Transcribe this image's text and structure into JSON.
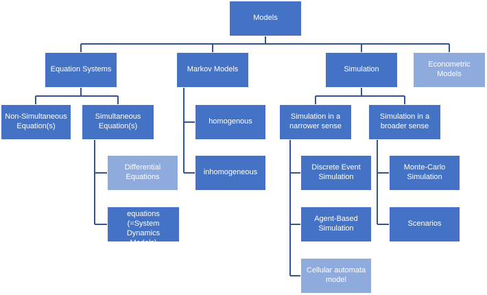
{
  "colors": {
    "primary_node": "#4472c4",
    "secondary_node": "#8faadc",
    "connector": "#2f5597"
  },
  "nodes": {
    "models": "Models",
    "equation_systems": "Equation Systems",
    "markov_models": "Markov Models",
    "simulation": "Simulation",
    "econometric_models": "Econometric Models",
    "non_simultaneous": "Non-Simultaneous\nEquation(s)",
    "simultaneous": "Simultaneous\nEquation(s)",
    "homogenous": "homogenous",
    "inhomogeneous": "inhomogeneous",
    "sim_narrow": "Simulation in a\nnarrower sense",
    "sim_broad": "Simulation in a\nbroader sense",
    "differential": "Differential\nEquations",
    "difference": "Difference equations\n(=System Dynamics\nModels)",
    "discrete_event": "Discrete Event\nSimulation",
    "agent_based": "Agent-Based\nSimulation",
    "cellular_automata": "Cellular automata\nmodel",
    "monte_carlo": "Monte-Carlo\nSimulation",
    "scenarios": "Scenarios"
  }
}
